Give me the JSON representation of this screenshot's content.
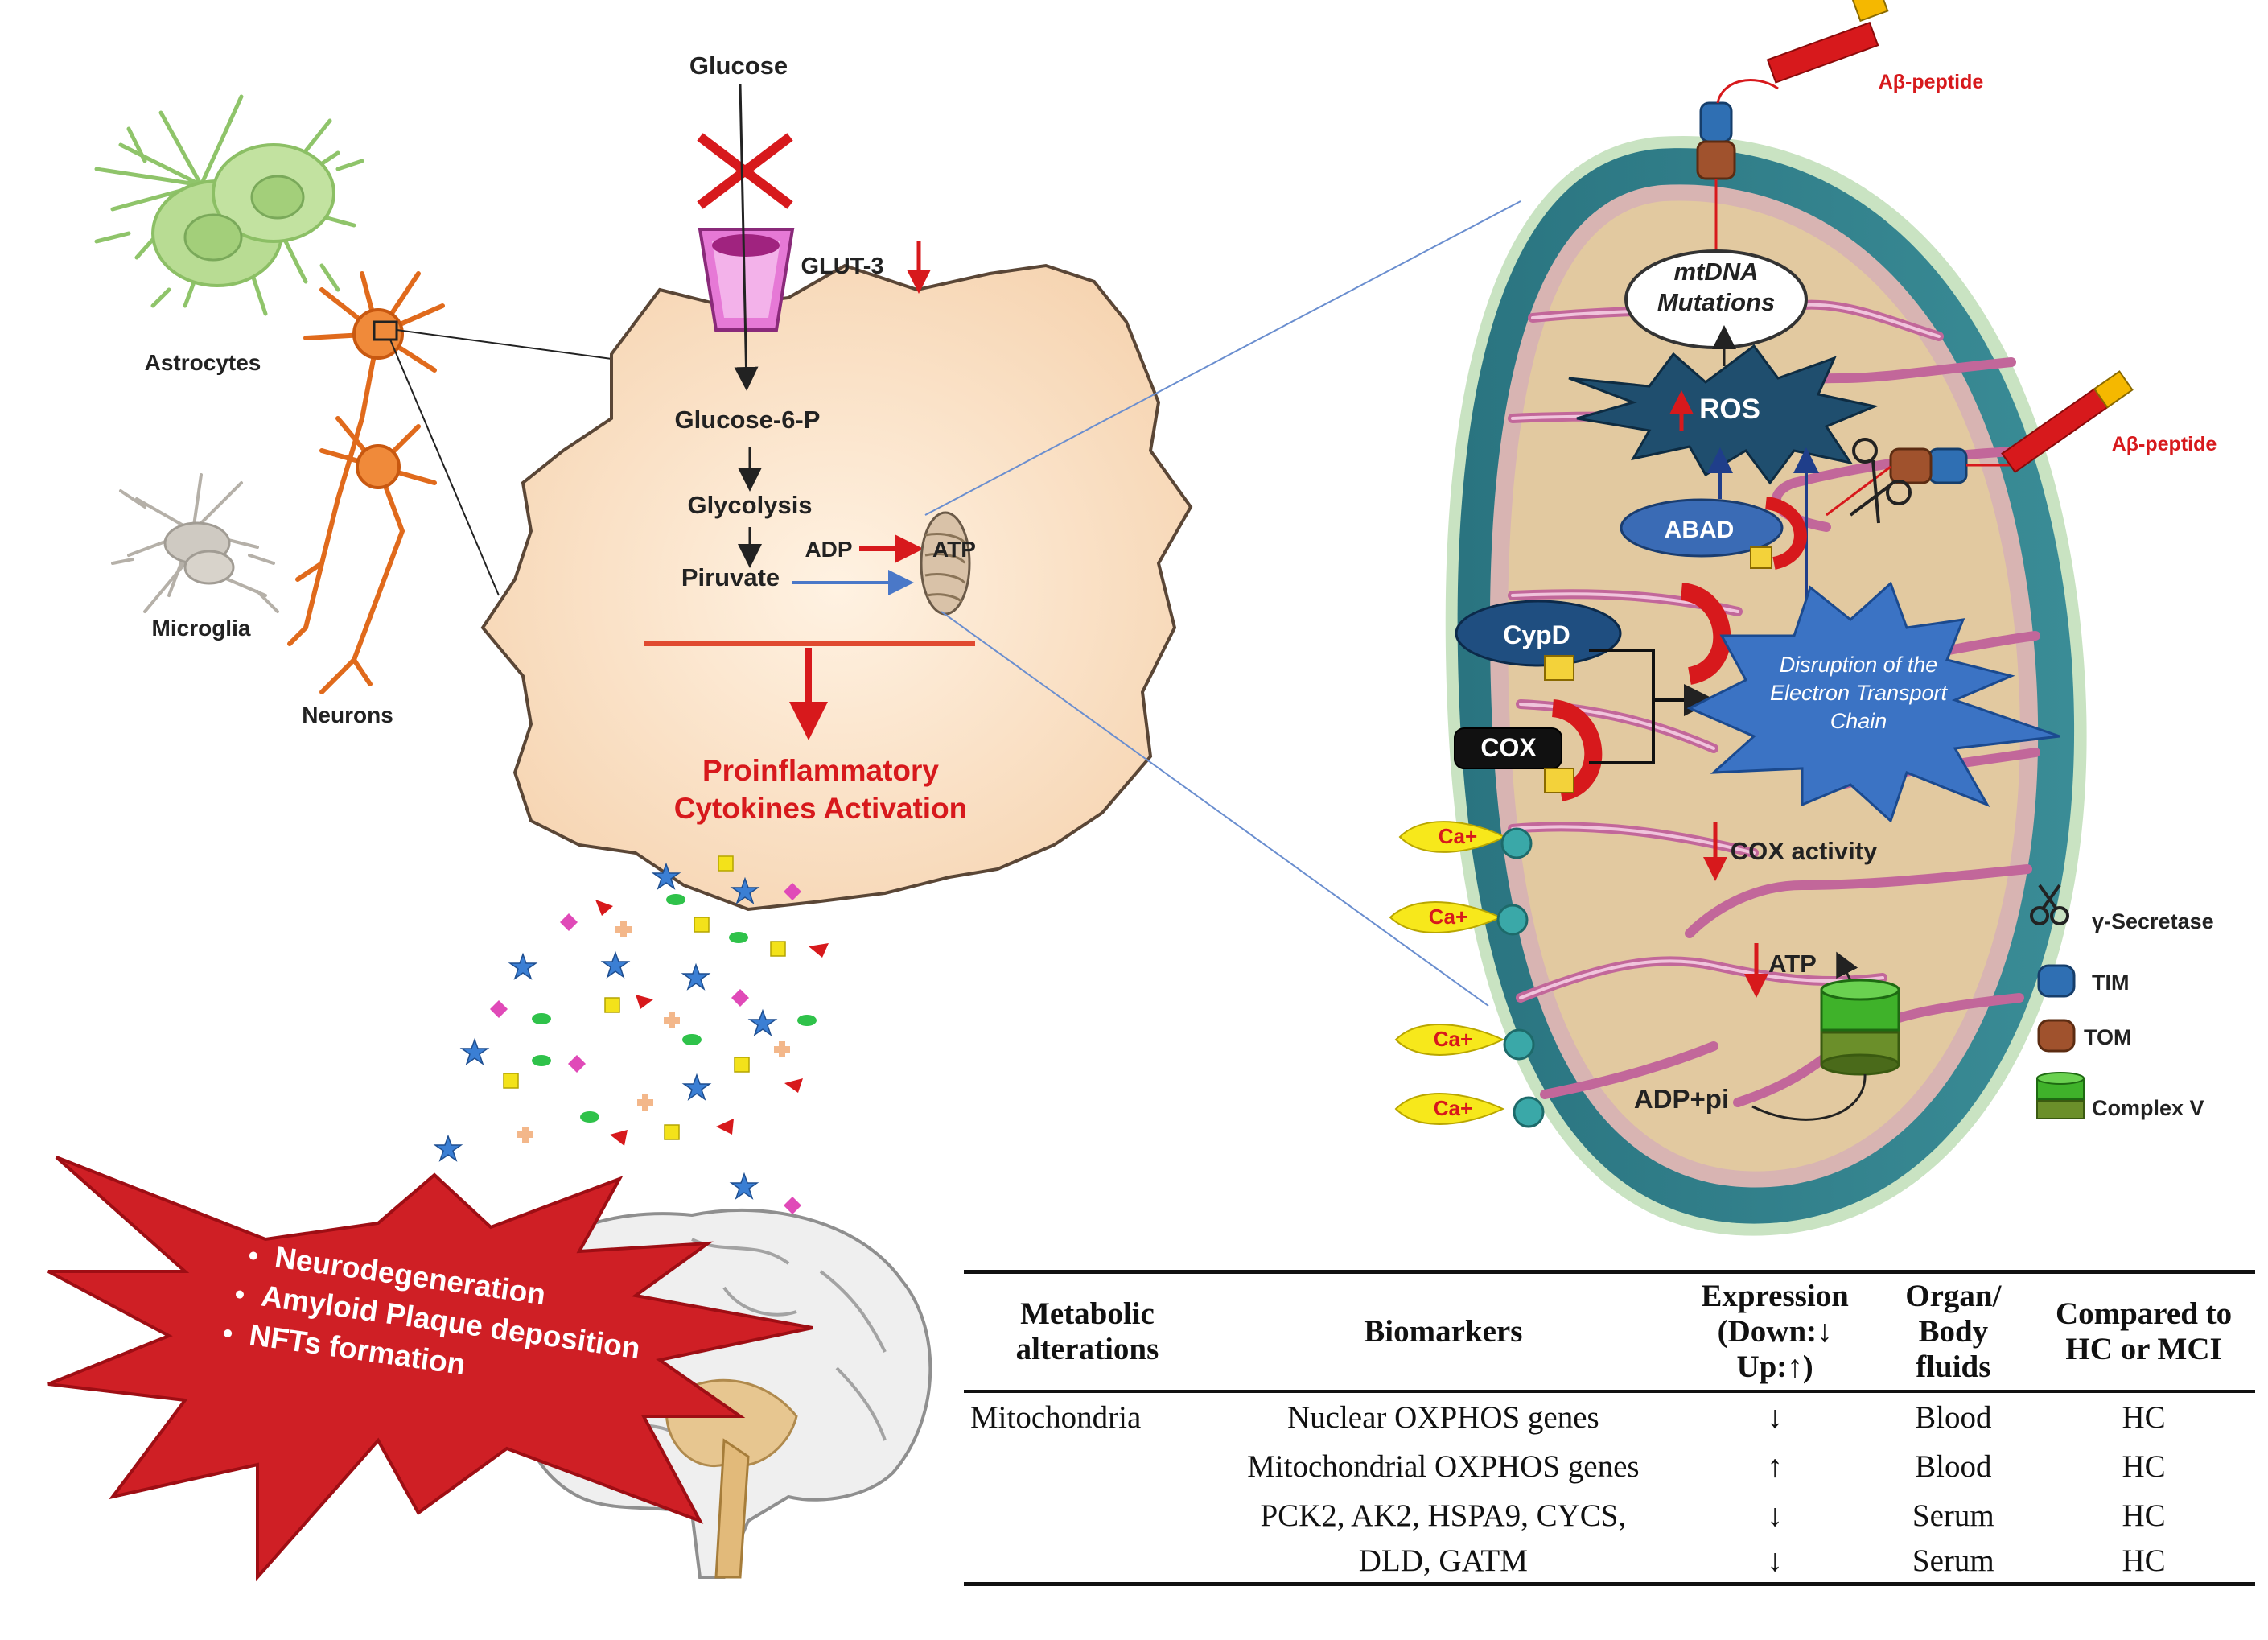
{
  "labels": {
    "glucose": "Glucose",
    "glut3": "GLUT-3",
    "astrocytes": "Astrocytes",
    "microglia": "Microglia",
    "neurons": "Neurons",
    "glucose6p": "Glucose-6-P",
    "glycolysis": "Glycolysis",
    "piruvate": "Piruvate",
    "adp": "ADP",
    "atp": "ATP",
    "proinflam_line1": "Proinflammatory",
    "proinflam_line2": "Cytokines Activation",
    "abeta": "Aβ-peptide",
    "mtdna_line1": "mtDNA",
    "mtdna_line2": "Mutations",
    "ros": "ROS",
    "abad": "ABAD",
    "cypd": "CypD",
    "cox": "COX",
    "etc_line1": "Disruption of the",
    "etc_line2": "Electron Transport",
    "etc_line3": "Chain",
    "ca": "Ca+",
    "cox_activity": "COX activity",
    "atp2": "ATP",
    "adp_pi": "ADP+pi"
  },
  "legend": [
    {
      "symbol": "scissors-icon",
      "label": "γ-Secretase"
    },
    {
      "symbol": "tim-icon",
      "label": "TIM",
      "color": "#2f6fb3"
    },
    {
      "symbol": "tom-icon",
      "label": "TOM",
      "color": "#a0522d"
    },
    {
      "symbol": "complex-v-icon",
      "label": "Complex V",
      "color": "#3a9a2a"
    }
  ],
  "burst": {
    "items": [
      "Neurodegeneration",
      "Amyloid Plaque deposition",
      "NFTs formation"
    ]
  },
  "table": {
    "headers": [
      [
        "Metabolic",
        "alterations"
      ],
      [
        "Biomarkers"
      ],
      [
        "Expression",
        "(Down:↓",
        "Up:↑)"
      ],
      [
        "Organ/",
        "Body",
        "fluids"
      ],
      [
        "Compared to",
        "HC or MCI"
      ]
    ],
    "rows": [
      {
        "alteration": "Mitochondria",
        "biomarker": "Nuclear OXPHOS genes",
        "expression": "↓",
        "organ": "Blood",
        "compared": "HC"
      },
      {
        "alteration": "",
        "biomarker": "Mitochondrial OXPHOS genes",
        "expression": "↑",
        "organ": "Blood",
        "compared": "HC"
      },
      {
        "alteration": "",
        "biomarker": "PCK2, AK2, HSPA9, CYCS,",
        "expression": "↓",
        "organ": "Serum",
        "compared": "HC"
      },
      {
        "alteration": "",
        "biomarker": "DLD, GATM",
        "expression": "↓",
        "organ": "Serum",
        "compared": "HC"
      }
    ]
  },
  "colors": {
    "red": "#d7191c",
    "cell_fill": "#fbe3c9",
    "mito_outer": "#2e7d86",
    "mito_matrix": "#e2c9a0",
    "crista": "#c2679a",
    "ros_fill": "#1f4e6e",
    "etc_fill": "#3b73c4",
    "ca_fill": "#f7e81b"
  }
}
